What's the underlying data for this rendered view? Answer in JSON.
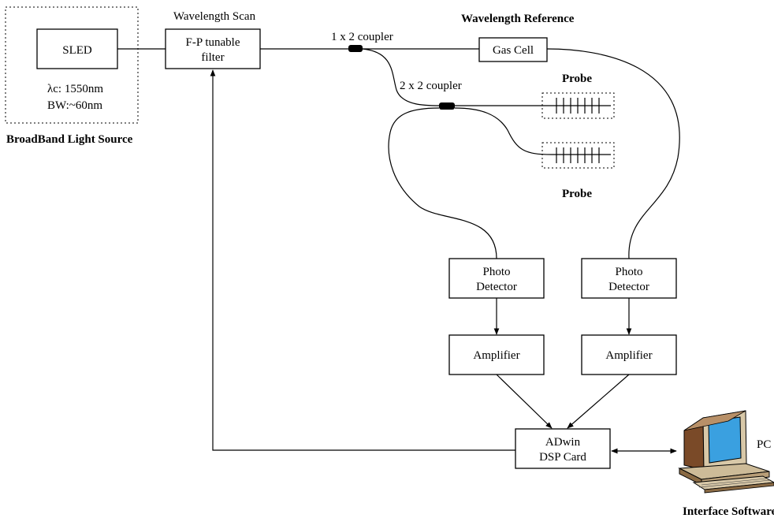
{
  "light_source": {
    "group_label": "BroadBand Light Source",
    "sled": "SLED",
    "center_wavelength": "λc: 1550nm",
    "bandwidth": "BW:~60nm"
  },
  "filter": {
    "caption": "Wavelength Scan",
    "line1": "F-P tunable",
    "line2": "filter"
  },
  "coupler_1x2": "1 x 2 coupler",
  "coupler_2x2": "2 x 2 coupler",
  "reference": {
    "caption": "Wavelength Reference",
    "gas_cell": "Gas Cell"
  },
  "probes": [
    "Probe",
    "Probe"
  ],
  "detectors": [
    {
      "line1": "Photo",
      "line2": "Detector"
    },
    {
      "line1": "Photo",
      "line2": "Detector"
    }
  ],
  "amplifiers": [
    "Amplifier",
    "Amplifier"
  ],
  "dsp": {
    "line1": "ADwin",
    "line2": "DSP Card"
  },
  "pc": {
    "label": "PC",
    "caption": "Interface Software"
  }
}
